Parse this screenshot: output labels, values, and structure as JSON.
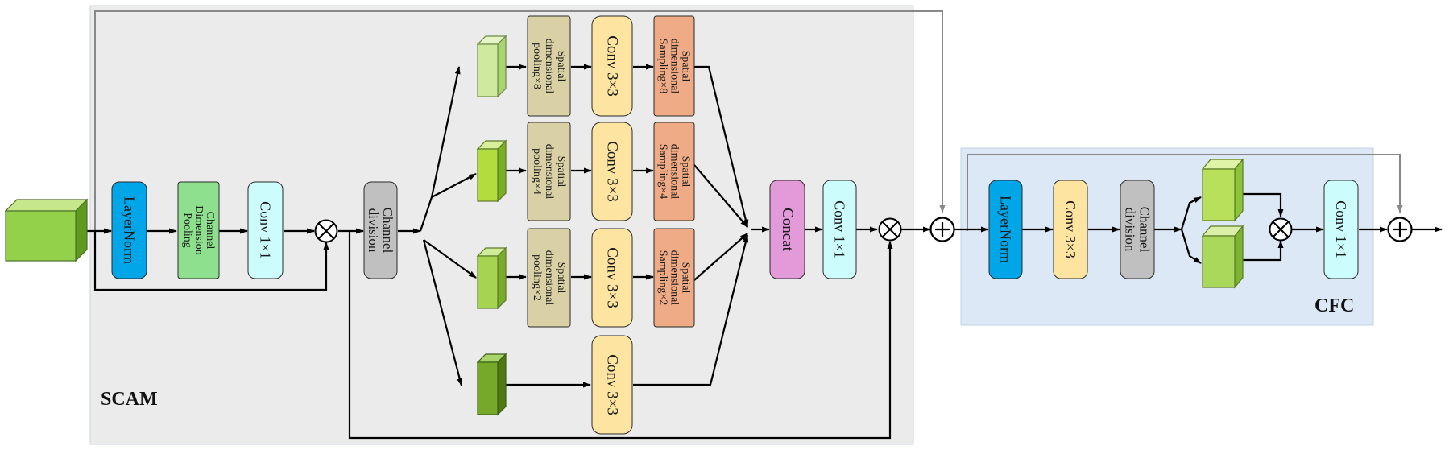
{
  "modules": {
    "scam_label": "SCAM",
    "cfc_label": "CFC"
  },
  "scam": {
    "layernorm": "LayerNorm",
    "channel_pooling": [
      "Channel",
      "Dimension",
      "Pooling"
    ],
    "conv1": "Conv 1×1",
    "channel_division": [
      "Channel",
      "division"
    ],
    "branches": [
      {
        "pool": [
          "Spatial",
          "dimensional",
          "pooling×8"
        ],
        "conv": "Conv 3×3",
        "sample": [
          "Spatial",
          "dimensional",
          "Sampling×8"
        ]
      },
      {
        "pool": [
          "Spatial",
          "dimensional",
          "pooling×4"
        ],
        "conv": "Conv 3×3",
        "sample": [
          "Spatial",
          "dimensional",
          "Sampling×4"
        ]
      },
      {
        "pool": [
          "Spatial",
          "dimensional",
          "pooling×2"
        ],
        "conv": "Conv 3×3",
        "sample": [
          "Spatial",
          "dimensional",
          "Sampling×2"
        ]
      },
      {
        "conv": "Conv 3×3"
      }
    ],
    "concat": "Concat",
    "conv_out": "Conv 1×1"
  },
  "cfc": {
    "layernorm": "LayerNorm",
    "conv3": "Conv 3×3",
    "channel_division": [
      "Channel",
      "division"
    ],
    "conv_out": "Conv 1×1"
  },
  "colors": {
    "scam_bg": "#ebebeb",
    "cfc_bg": "#dce8f5",
    "layernorm": "#00a6e8",
    "channel_pooling": "#8ee08e",
    "conv1x1": "#ccfcfc",
    "channel_division": "#c0c0c0",
    "spatial_pooling": "#d9d1a5",
    "conv3x3": "#fde4a0",
    "spatial_sampling": "#eeab85",
    "concat": "#e29ad9",
    "cube_green": "#93d14a",
    "cube_light": "#c9ea8a",
    "cube_dark": "#6aa41f"
  }
}
